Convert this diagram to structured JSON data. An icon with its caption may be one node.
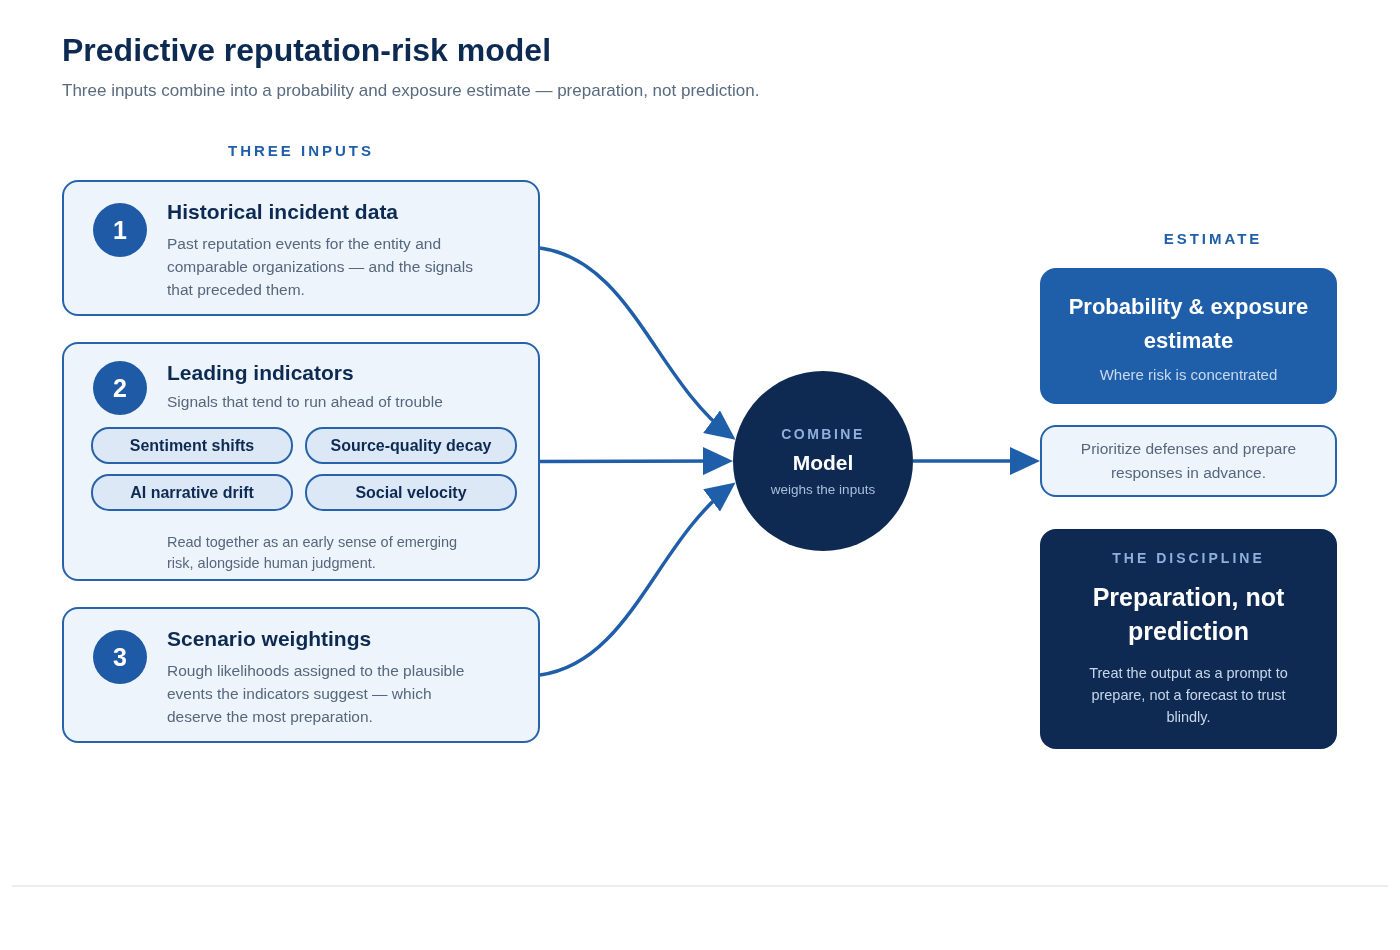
{
  "diagram": {
    "title": "Predictive reputation-risk model",
    "nodes": [
      {
        "text": [
          "1",
          "Historical incident data",
          "Past reputation events for the entity and comparable organizations — and the signals that preceded them."
        ]
      },
      {
        "text": [
          "2",
          "Leading indicators",
          "Signals that tend to run ahead of trouble",
          "Read together as an early sense of emerging risk, alongside human judgment."
        ]
      },
      {
        "text": [
          "Sentiment shifts"
        ],
        "in": 1
      },
      {
        "text": [
          "Source-quality decay"
        ],
        "in": 1
      },
      {
        "text": [
          "AI narrative drift"
        ],
        "in": 1
      },
      {
        "text": [
          "Social velocity"
        ],
        "in": 1
      },
      {
        "text": [
          "3",
          "Scenario weightings",
          "Rough likelihoods assigned to the plausible events the indicators suggest — which deserve the most preparation."
        ]
      },
      {
        "text": [
          "COMBINE",
          "Model",
          "weighs the inputs"
        ]
      },
      {
        "text": [
          "Probability & exposure estimate",
          "Where risk is concentrated"
        ]
      },
      {
        "text": [
          "Prioritize defenses and prepare responses in advance."
        ]
      },
      {
        "text": [
          "THE DISCIPLINE",
          "Preparation, not prediction",
          "Treat the output as a prompt to prepare, not a forecast to trust blindly."
        ]
      }
    ],
    "edges": [
      {
        "from": 0,
        "to": 7,
        "arrow": "to"
      },
      {
        "from": 1,
        "to": 7,
        "arrow": "to"
      },
      {
        "from": 6,
        "to": 7,
        "arrow": "to"
      },
      {
        "from": 7,
        "to": 9,
        "arrow": "to"
      }
    ],
    "labels": [
      "Three inputs combine into a probability and exposure estimate — preparation, not prediction.",
      "THREE INPUTS",
      "ESTIMATE"
    ]
  }
}
